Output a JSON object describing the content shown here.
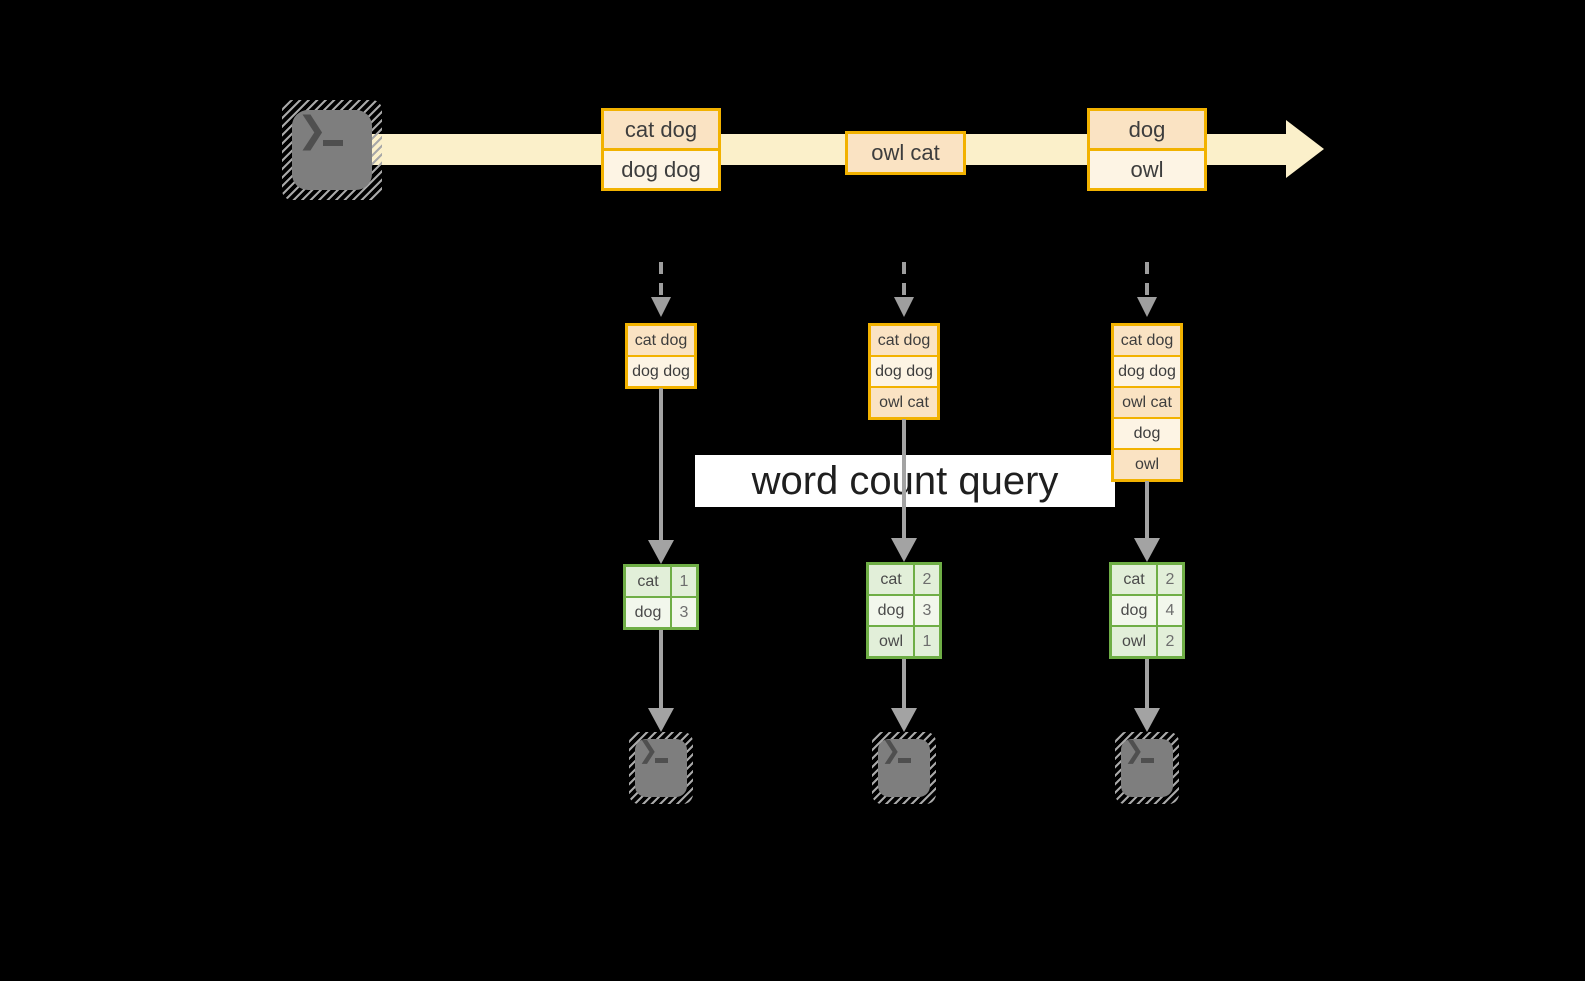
{
  "query_label": "word count query",
  "stream": {
    "records": [
      {
        "lines": [
          "cat dog",
          "dog dog"
        ]
      },
      {
        "lines": [
          "owl cat"
        ]
      },
      {
        "lines": [
          "dog",
          "owl"
        ]
      }
    ]
  },
  "pipelines": [
    {
      "inputs": [
        "cat dog",
        "dog dog"
      ],
      "counts": [
        {
          "word": "cat",
          "count": "1"
        },
        {
          "word": "dog",
          "count": "3"
        }
      ]
    },
    {
      "inputs": [
        "cat dog",
        "dog dog",
        "owl cat"
      ],
      "counts": [
        {
          "word": "cat",
          "count": "2"
        },
        {
          "word": "dog",
          "count": "3"
        },
        {
          "word": "owl",
          "count": "1"
        }
      ]
    },
    {
      "inputs": [
        "cat dog",
        "dog dog",
        "owl cat",
        "dog",
        "owl"
      ],
      "counts": [
        {
          "word": "cat",
          "count": "2"
        },
        {
          "word": "dog",
          "count": "4"
        },
        {
          "word": "owl",
          "count": "2"
        }
      ]
    }
  ],
  "icons": {
    "source": "terminal-icon",
    "sinks": [
      "terminal-icon",
      "terminal-icon",
      "terminal-icon"
    ]
  },
  "colors": {
    "background": "#000000",
    "stream_band": "#FBF0CA",
    "box_border": "#F2B200",
    "box_fill_dark": "#FAE3C3",
    "box_fill_light": "#FDF4E4",
    "table_border": "#6FAE46",
    "table_fill_dark": "#E2EFD9",
    "table_fill_light": "#F2F7EC",
    "connector_gray": "#A3A3A3",
    "terminal_gray": "#7E7E7E",
    "query_box": "#FFFFFF"
  }
}
